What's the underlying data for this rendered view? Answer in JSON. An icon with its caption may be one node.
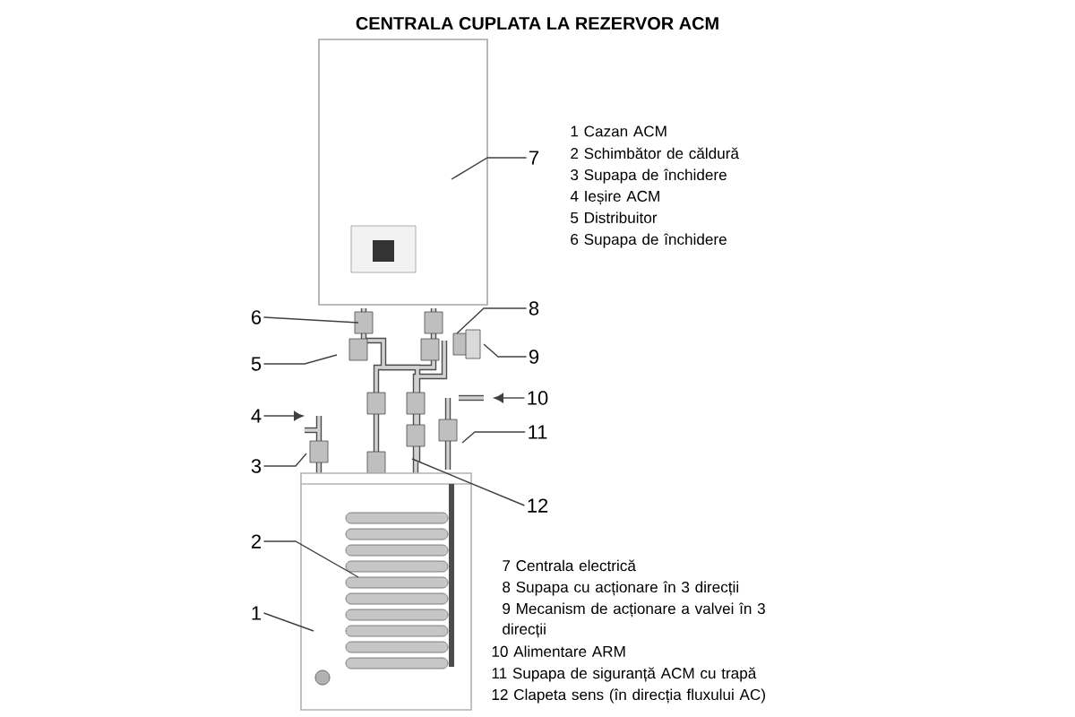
{
  "diagram": {
    "title": "CENTRALA CUPLATA LA REZERVOR ACM",
    "nodes": [
      {
        "text": [
          "1"
        ]
      },
      {
        "text": [
          "2"
        ]
      },
      {
        "text": [
          "3"
        ]
      },
      {
        "text": [
          "4"
        ]
      },
      {
        "text": [
          "5"
        ]
      },
      {
        "text": [
          "6"
        ]
      },
      {
        "text": [
          "7"
        ]
      },
      {
        "text": [
          "8"
        ]
      },
      {
        "text": [
          "9"
        ]
      },
      {
        "text": [
          "10"
        ]
      },
      {
        "text": [
          "11"
        ]
      },
      {
        "text": [
          "12"
        ]
      }
    ],
    "edges": [
      {
        "from": 0,
        "to": null,
        "arrow": "none"
      },
      {
        "from": 1,
        "to": null,
        "arrow": "none"
      },
      {
        "from": 2,
        "to": null,
        "arrow": "none"
      },
      {
        "from": 3,
        "to": null,
        "arrow": "to"
      },
      {
        "from": 4,
        "to": null,
        "arrow": "none"
      },
      {
        "from": 5,
        "to": null,
        "arrow": "none"
      },
      {
        "from": 6,
        "to": null,
        "arrow": "none"
      },
      {
        "from": 7,
        "to": null,
        "arrow": "none"
      },
      {
        "from": 8,
        "to": null,
        "arrow": "none"
      },
      {
        "from": 9,
        "to": null,
        "arrow": "to"
      },
      {
        "from": 10,
        "to": null,
        "arrow": "none"
      },
      {
        "from": 11,
        "to": null,
        "arrow": "none"
      }
    ],
    "labels": [
      "1 Cazan ACM",
      "2 Schimbător de căldură",
      "3 Supapa de închidere",
      "4 Ieșire ACM",
      "5 Distribuitor",
      "6 Supapa de închidere",
      "7 Centrala electrică",
      "8 Supapa cu acționare în 3 direcții",
      "9 Mecanism de acționare a valvei în 3 direcții",
      "10 Alimentare ARM",
      "11 Supapa de siguranță ACM cu trapă",
      "12 Clapeta sens (în direcția fluxului AC)"
    ]
  }
}
